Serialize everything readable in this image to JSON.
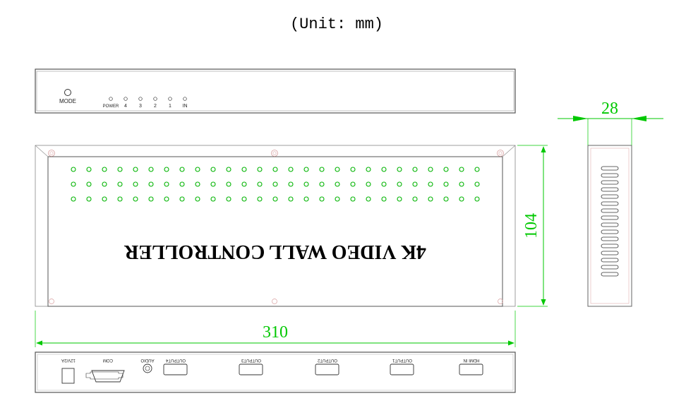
{
  "title": "(Unit: mm)",
  "front_panel": {
    "mode_label": "MODE",
    "led_labels": [
      "POWER",
      "4",
      "3",
      "2",
      "1",
      "IN"
    ]
  },
  "top_view": {
    "brand_text": "4K VIDEO WALL CONTROLLER"
  },
  "dimensions": {
    "width": "310",
    "depth": "104",
    "height": "28"
  },
  "rear_panel": {
    "port_labels": [
      "12V/2A",
      "COM",
      "AUDIO",
      "OUTPUT4",
      "OUTPUT3",
      "OUTPUT2",
      "OUTPUT1",
      "HDMI IN"
    ]
  },
  "colors": {
    "dimension": "#00c800",
    "outline": "#555555",
    "vent_dot": "#00b400"
  }
}
